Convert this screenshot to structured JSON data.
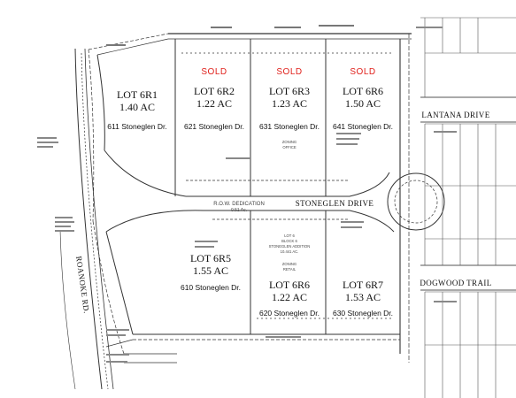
{
  "lots": [
    {
      "id": "lot-6r1",
      "title": "LOT 6R1",
      "acres": "1.40 AC",
      "address": "611 Stoneglen Dr.",
      "status": ""
    },
    {
      "id": "lot-6r2",
      "title": "LOT 6R2",
      "acres": "1.22 AC",
      "address": "621 Stoneglen Dr.",
      "status": "SOLD"
    },
    {
      "id": "lot-6r3",
      "title": "LOT 6R3",
      "acres": "1.23 AC",
      "address": "631 Stoneglen Dr.",
      "status": "SOLD"
    },
    {
      "id": "lot-6r6-north",
      "title": "LOT 6R6",
      "acres": "1.50 AC",
      "address": "641 Stoneglen Dr.",
      "status": "SOLD"
    },
    {
      "id": "lot-6r5",
      "title": "LOT 6R5",
      "acres": "1.55 AC",
      "address": "610 Stoneglen Dr.",
      "status": ""
    },
    {
      "id": "lot-6r6-south",
      "title": "LOT 6R6",
      "acres": "1.22 AC",
      "address": "620 Stoneglen Dr.",
      "status": ""
    },
    {
      "id": "lot-6r7",
      "title": "LOT 6R7",
      "acres": "1.53 AC",
      "address": "630 Stoneglen Dr.",
      "status": ""
    }
  ],
  "roads": {
    "stoneglen": "STONEGLEN DRIVE",
    "row_dedication": "R.O.W. DEDICATION",
    "row_acres": "0.51 Ac.",
    "lantana": "LANTANA DRIVE",
    "dogwood": "DOGWOOD TRAIL",
    "roanoke": "ROANOKE RD."
  },
  "annotations": {
    "zoning_north_1": "ZONING",
    "zoning_north_2": "OFFICE",
    "addition_1": "LOT 6",
    "addition_2": "BLOCK 6",
    "addition_3": "STONEGLEN ADDITION",
    "addition_4": "10.441 AC.",
    "zoning_south_1": "ZONING",
    "zoning_south_2": "RETAIL"
  },
  "colors": {
    "sold": "#e0201b",
    "linework": "#222222"
  }
}
